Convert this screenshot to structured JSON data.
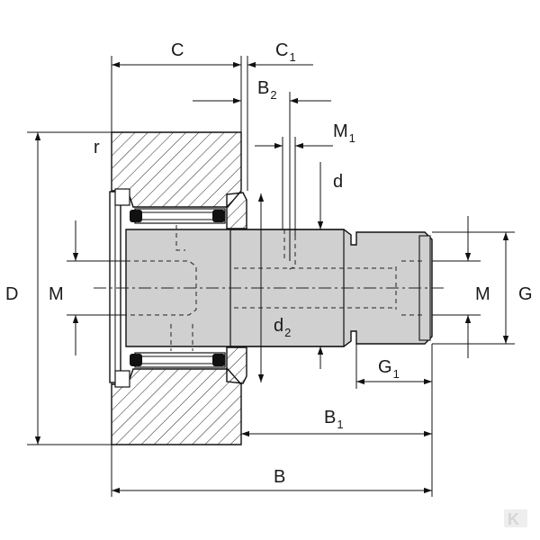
{
  "labels": {
    "C": "C",
    "C1": "C",
    "C1_sub": "1",
    "B2": "B",
    "B2_sub": "2",
    "M1": "M",
    "M1_sub": "1",
    "r": "r",
    "d": "d",
    "D": "D",
    "M_left": "M",
    "M_right": "M",
    "G": "G",
    "d2": "d",
    "d2_sub": "2",
    "G1": "G",
    "G1_sub": "1",
    "B1": "B",
    "B1_sub": "1",
    "B": "B"
  },
  "watermark": {
    "mark": "K",
    "color": "#d6d6d6"
  },
  "colors": {
    "line": "#111111",
    "shaft_fill": "#d0d0d0",
    "hatch": "#222222"
  }
}
